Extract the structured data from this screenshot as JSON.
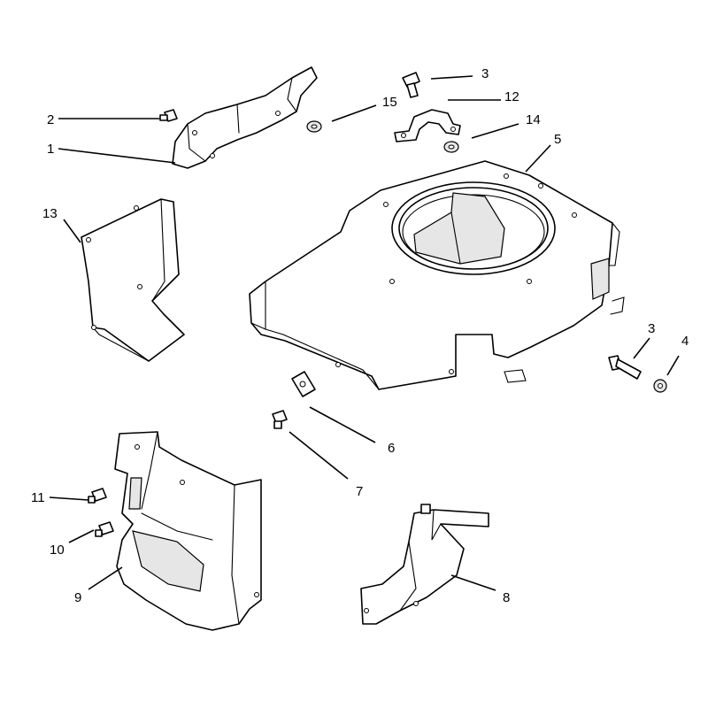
{
  "callouts": {
    "c1": "1",
    "c2": "2",
    "c3a": "3",
    "c3b": "3",
    "c4": "4",
    "c5": "5",
    "c6": "6",
    "c7": "7",
    "c8": "8",
    "c9": "9",
    "c10": "10",
    "c11": "11",
    "c12": "12",
    "c13": "13",
    "c14": "14",
    "c15": "15"
  }
}
